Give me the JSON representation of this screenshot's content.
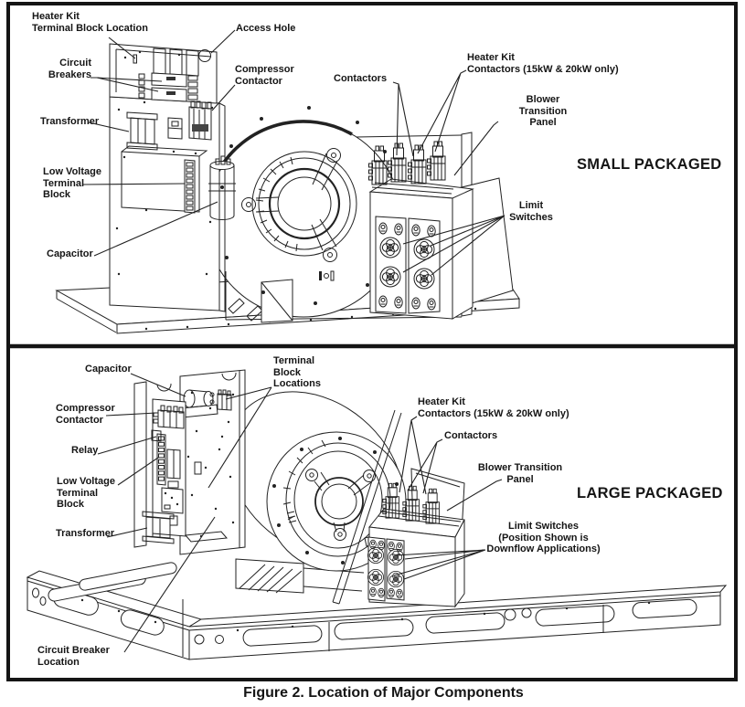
{
  "figure": {
    "caption": "Figure 2. Location of Major Components",
    "sections": [
      {
        "id": "small-packaged",
        "title": "SMALL PACKAGED"
      },
      {
        "id": "large-packaged",
        "title": "LARGE PACKAGED"
      }
    ]
  },
  "colors": {
    "line": "#1c1c1c",
    "background": "#ffffff"
  },
  "labels": {
    "sp": {
      "heater_kit_terminal_block_location": {
        "lines": [
          "Heater Kit",
          "Terminal Block Location"
        ]
      },
      "access_hole": {
        "lines": [
          "Access Hole"
        ]
      },
      "circuit_breakers": {
        "lines": [
          "Circuit",
          "Breakers"
        ]
      },
      "compressor_contactor": {
        "lines": [
          "Compressor",
          "Contactor"
        ]
      },
      "transformer": {
        "lines": [
          "Transformer"
        ]
      },
      "low_voltage_terminal_block": {
        "lines": [
          "Low Voltage",
          "Terminal",
          "Block"
        ]
      },
      "capacitor": {
        "lines": [
          "Capacitor"
        ]
      },
      "contactors": {
        "lines": [
          "Contactors"
        ]
      },
      "heater_kit_contactors": {
        "lines": [
          "Heater Kit",
          "Contactors (15kW & 20kW only)"
        ]
      },
      "blower_transition_panel": {
        "lines": [
          "Blower",
          "Transition",
          "Panel"
        ]
      },
      "limit_switches": {
        "lines": [
          "Limit",
          "Switches"
        ]
      }
    },
    "lp": {
      "capacitor": {
        "lines": [
          "Capacitor"
        ]
      },
      "terminal_block_locations": {
        "lines": [
          "Terminal",
          "Block",
          "Locations"
        ]
      },
      "compressor_contactor": {
        "lines": [
          "Compressor",
          "Contactor"
        ]
      },
      "relay": {
        "lines": [
          "Relay"
        ]
      },
      "low_voltage_terminal_block": {
        "lines": [
          "Low Voltage",
          "Terminal",
          "Block"
        ]
      },
      "transformer": {
        "lines": [
          "Transformer"
        ]
      },
      "circuit_breaker_location": {
        "lines": [
          "Circuit Breaker",
          "Location"
        ]
      },
      "heater_kit_contactors": {
        "lines": [
          "Heater Kit",
          "Contactors (15kW & 20kW only)"
        ]
      },
      "contactors": {
        "lines": [
          "Contactors"
        ]
      },
      "blower_transition_panel": {
        "lines": [
          "Blower Transition",
          "Panel"
        ]
      },
      "limit_switches": {
        "lines": [
          "Limit Switches",
          "(Position Shown is",
          "Downflow Applications)"
        ]
      }
    }
  }
}
